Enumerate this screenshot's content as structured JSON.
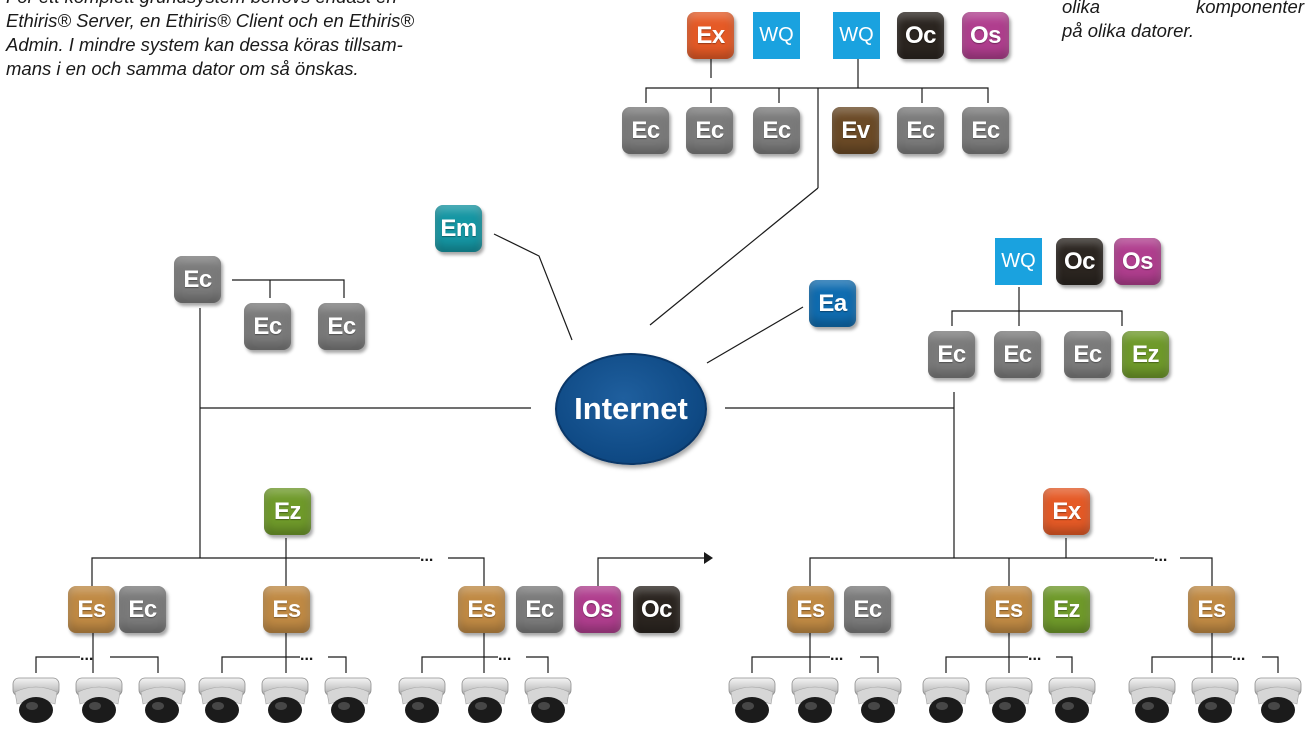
{
  "intro_lines": [
    "För ett komplett grundsystem behövs endast en",
    "Ethiris® Server, en Ethiris® Client och en Ethiris®",
    "Admin. I mindre system kan dessa köras tillsam-",
    "mans i en och samma dator om så önskas."
  ],
  "note_lines": [
    [
      "olika",
      "komponenter"
    ],
    [
      "på olika datorer."
    ]
  ],
  "center_label": "Internet",
  "colors": {
    "Ec": "#7b7b7b",
    "Es": "#c08a44",
    "Ex": "#e55a26",
    "Wq": "#1aa2df",
    "Oc": "#2b2520",
    "Os": "#b03e8e",
    "Ev": "#6b4a26",
    "Em": "#1596a3",
    "Ea": "#0f6cb0",
    "Ez": "#6f9a2a",
    "line": "#1a1a1a"
  },
  "node_types": {
    "Ec": {
      "label": "Ec"
    },
    "Es": {
      "label": "Es"
    },
    "Ex": {
      "label": "Ex"
    },
    "Wq": {
      "label": "WQ",
      "flat": true
    },
    "Oc": {
      "label": "Oc"
    },
    "Os": {
      "label": "Os"
    },
    "Ev": {
      "label": "Ev"
    },
    "Em": {
      "label": "Em"
    },
    "Ea": {
      "label": "Ea"
    },
    "Ez": {
      "label": "Ez"
    }
  },
  "nodes": {
    "top_group": [
      "Ex",
      "Wq",
      "Wq",
      "Oc",
      "Os"
    ],
    "top_clients": [
      "Ec",
      "Ec",
      "Ec",
      "Ev",
      "Ec",
      "Ec"
    ],
    "em": "Em",
    "ea": "Ea",
    "left_client": [
      "Ec",
      "Ec",
      "Ec"
    ],
    "right_group": [
      "Wq",
      "Oc",
      "Os"
    ],
    "right_clients": [
      "Ec",
      "Ec",
      "Ec",
      "Ez"
    ],
    "left_ez": "Ez",
    "left_servers": [
      "Es",
      "Ec",
      "Es",
      "Es",
      "Ec",
      "Os",
      "Oc"
    ],
    "right_ex": "Ex",
    "right_servers": [
      "Es",
      "Ec",
      "Es",
      "Ez",
      "Es"
    ]
  },
  "ellipsis": "...",
  "camera_groups": 6,
  "cameras_per_group": 3
}
